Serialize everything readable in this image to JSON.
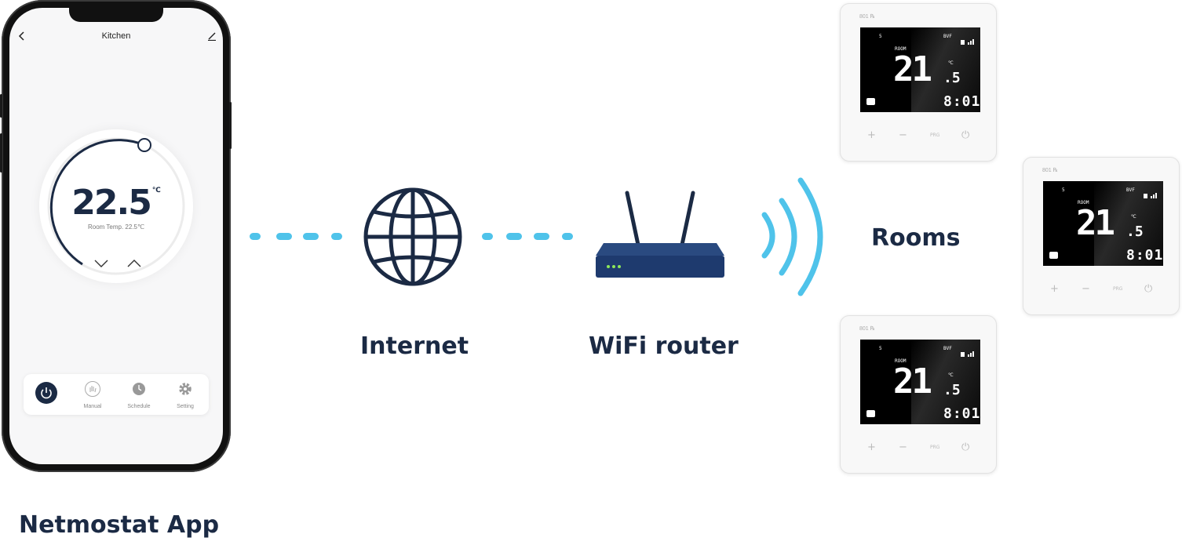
{
  "phone": {
    "title": "Kitchen",
    "temperature": "22.5",
    "unit": "℃",
    "room_temp": "Room Temp. 22.5℃",
    "tabs": [
      {
        "label": ""
      },
      {
        "label": "Manual"
      },
      {
        "label": "Schedule"
      },
      {
        "label": "Setting"
      }
    ]
  },
  "labels": {
    "app": "Netmostat App",
    "internet": "Internet",
    "router": "WiFi router",
    "rooms": "Rooms"
  },
  "thermostat": {
    "model": "801 ℞",
    "mode_number": "5",
    "status": "BVF",
    "room_label": "ROOM",
    "temp_int": "21",
    "temp_dec": ".5",
    "unit": "℃",
    "time": "8:01",
    "keys": [
      "+",
      "−",
      "PRG",
      "⏻"
    ]
  },
  "colors": {
    "navy": "#1b2a44",
    "accent_blue": "#4fc3ea",
    "router_body": "#1e3a6e",
    "led_green": "#8de85a"
  }
}
